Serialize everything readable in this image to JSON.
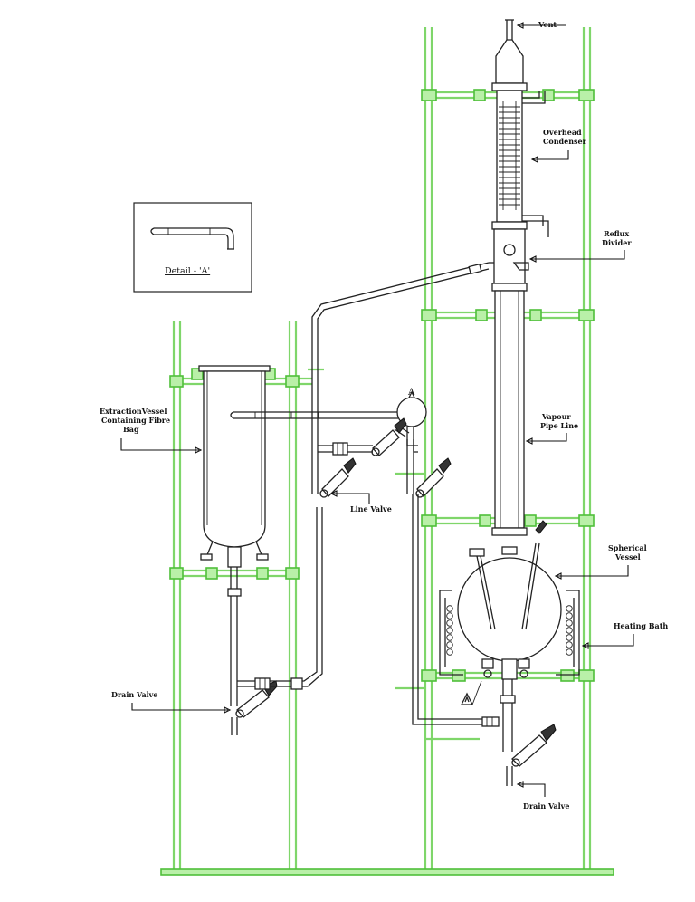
{
  "labels": {
    "vent": "Vent",
    "overhead_condenser": [
      "Overhead",
      "Condenser"
    ],
    "reflux_divider": [
      "Reflux",
      "Divider"
    ],
    "detail": "Detail - 'A'",
    "extraction_vessel": [
      "ExtractionVessel",
      "Containing Fibre",
      "Bag"
    ],
    "vapour_pipe_line": [
      "Vapour",
      "Pipe Line"
    ],
    "line_valve": "Line Valve",
    "spherical_vessel": [
      "Spherical",
      "Vessel"
    ],
    "heating_bath": "Heating Bath",
    "drain_valve_left": "Drain Valve",
    "drain_valve_right": "Drain Valve",
    "marker_a": "A"
  },
  "colors": {
    "frame": "#7fd66a",
    "clamp": "#b9f0a8",
    "line": "#222222"
  }
}
